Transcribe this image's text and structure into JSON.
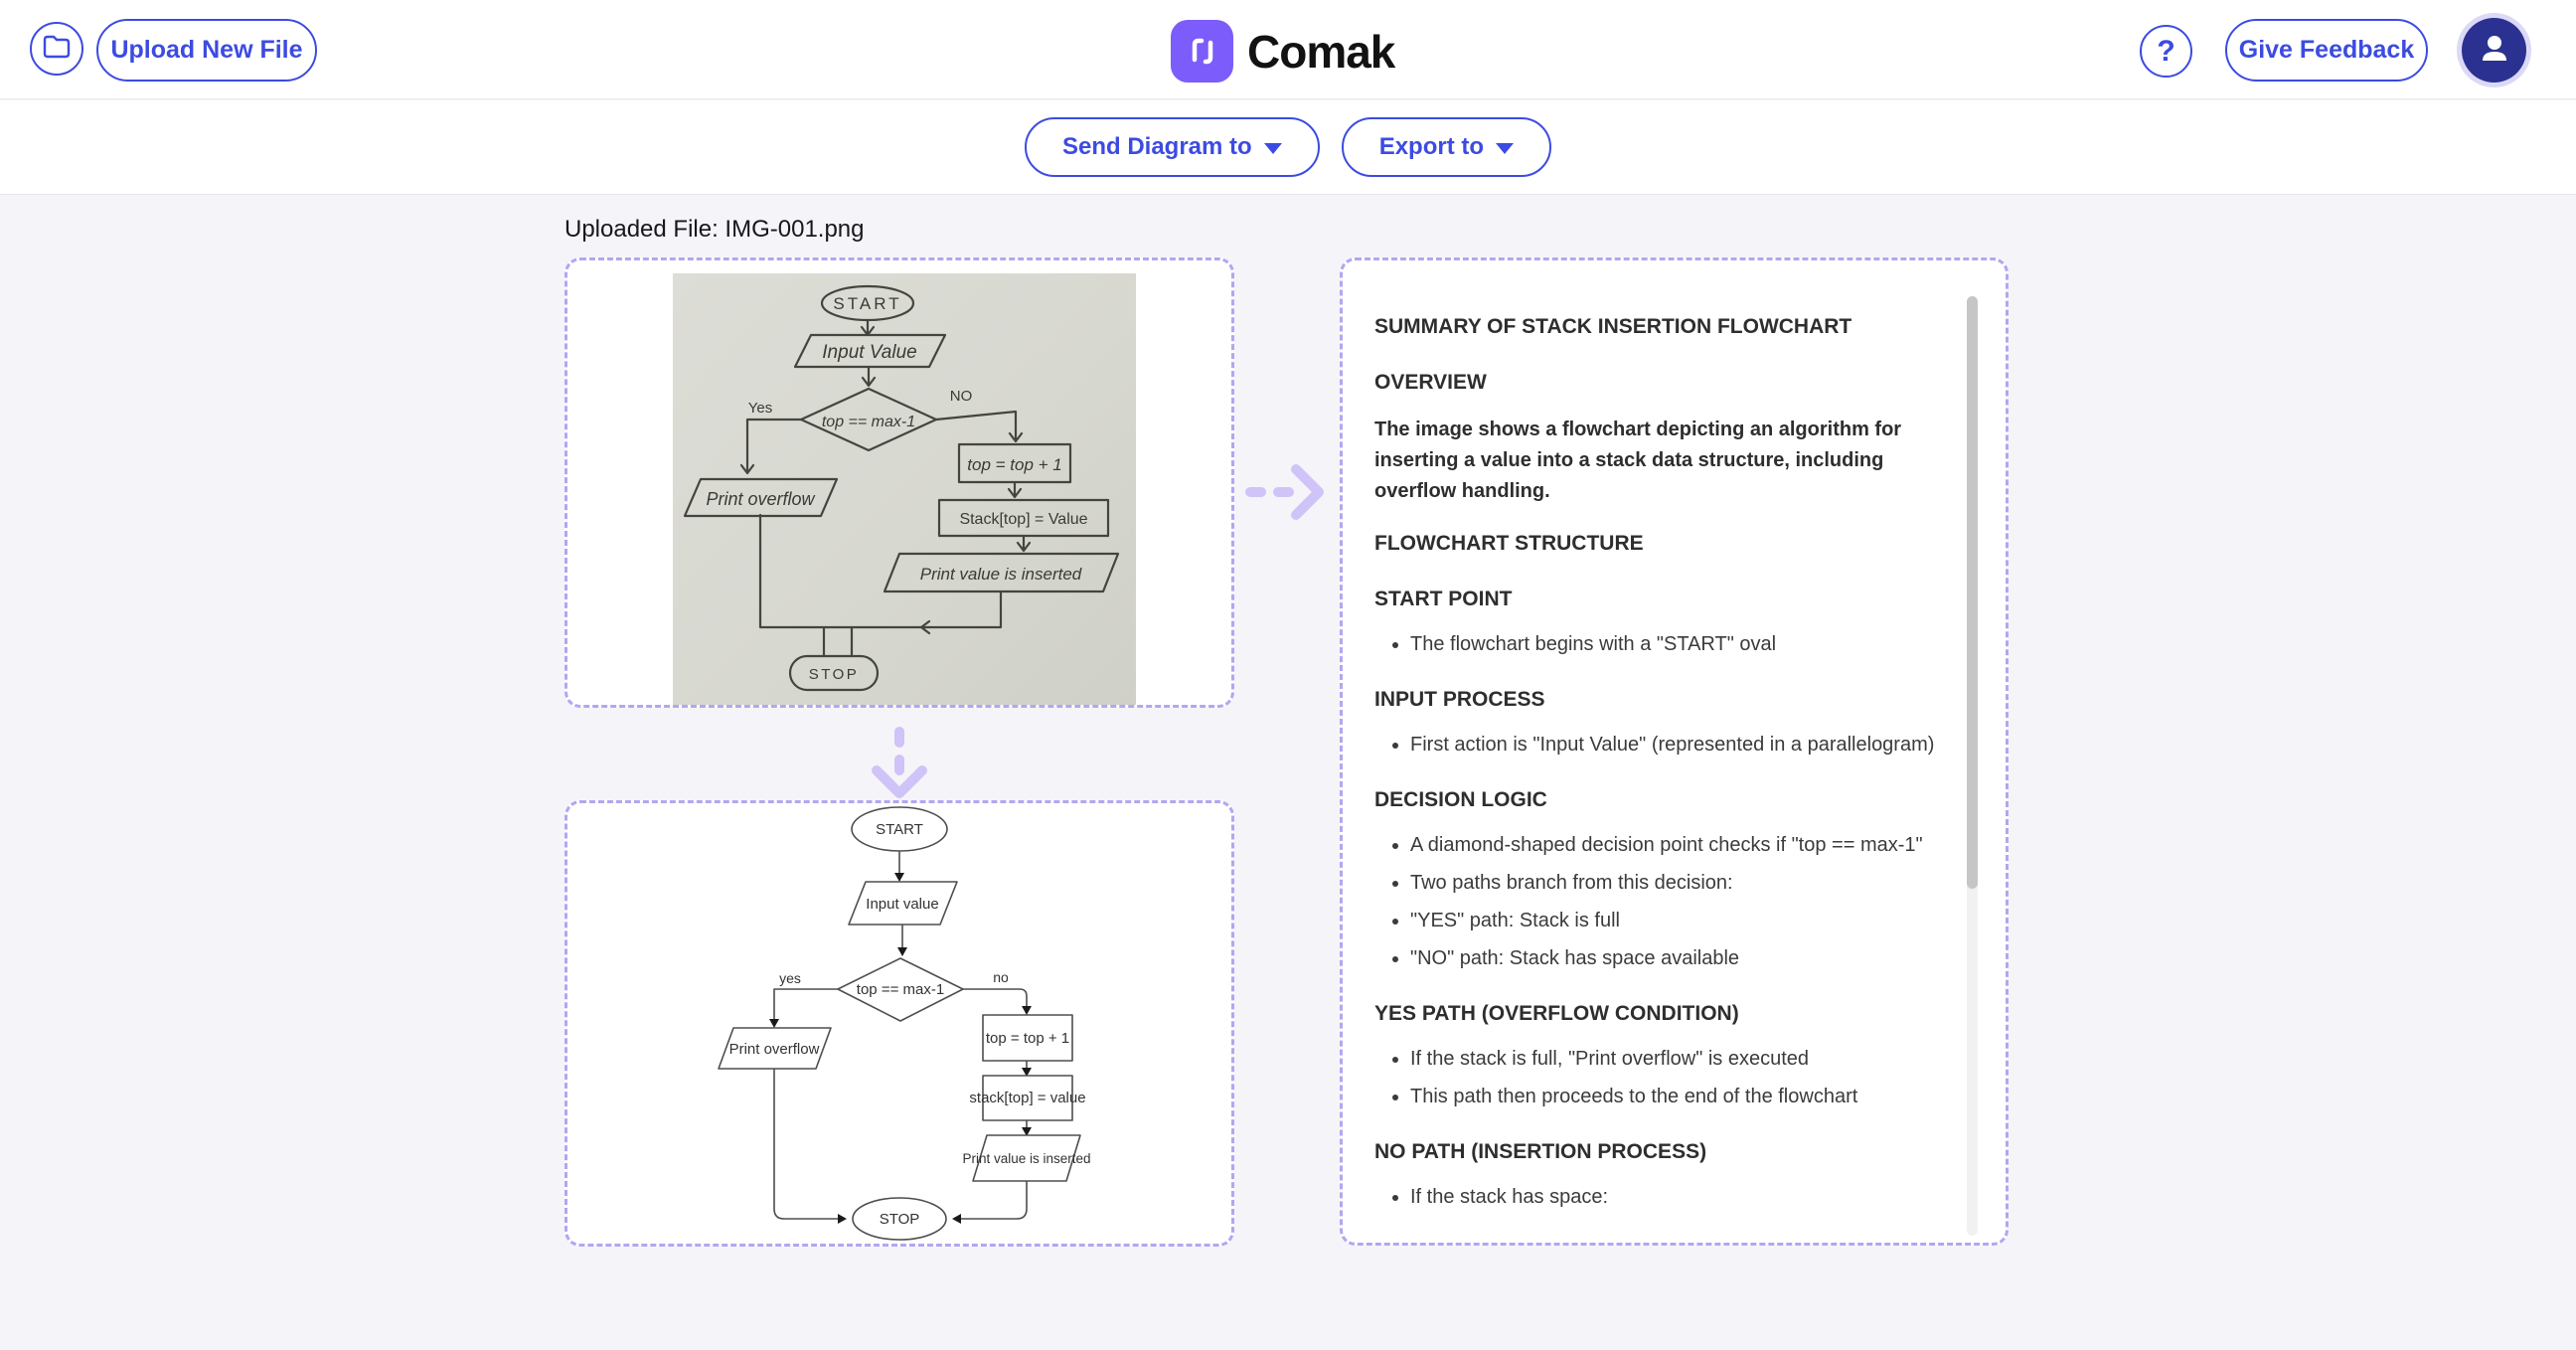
{
  "header": {
    "upload_button": "Upload New File",
    "brand": "Comak",
    "feedback_button": "Give Feedback",
    "help_label": "?"
  },
  "toolbar": {
    "send_diagram_label": "Send Diagram to",
    "export_label": "Export to"
  },
  "main": {
    "uploaded_file_label": "Uploaded File: IMG-001.png"
  },
  "sketch_flowchart": {
    "start": "START",
    "input": "Input Value",
    "decision": "top == max-1",
    "yes": "Yes",
    "no": "NO",
    "overflow": "Print overflow",
    "increment": "top = top + 1",
    "assign": "Stack[top] = Value",
    "inserted": "Print value is inserted",
    "stop": "STOP"
  },
  "rendered_flowchart": {
    "start": "START",
    "input": "Input value",
    "decision": "top == max-1",
    "yes": "yes",
    "no": "no",
    "overflow": "Print overflow",
    "increment": "top = top + 1",
    "assign": "stack[top] = value",
    "inserted": "Print value is inserted",
    "stop": "STOP"
  },
  "summary_panel": {
    "sections": [
      {
        "type": "h1",
        "text": "SUMMARY OF STACK INSERTION FLOWCHART"
      },
      {
        "type": "h2",
        "text": "OVERVIEW"
      },
      {
        "type": "p",
        "text": "The image shows a flowchart depicting an algorithm for inserting a value into a stack data structure, including overflow handling."
      },
      {
        "type": "h2",
        "text": "FLOWCHART STRUCTURE"
      },
      {
        "type": "h2",
        "text": "START POINT"
      },
      {
        "type": "bullets",
        "items": [
          "The flowchart begins with a \"START\" oval"
        ]
      },
      {
        "type": "h2",
        "text": "INPUT PROCESS"
      },
      {
        "type": "bullets",
        "items": [
          "First action is \"Input Value\" (represented in a parallelogram)"
        ]
      },
      {
        "type": "h2",
        "text": "DECISION LOGIC"
      },
      {
        "type": "bullets",
        "items": [
          "A diamond-shaped decision point checks if \"top == max-1\"",
          "Two paths branch from this decision:",
          "\"YES\" path: Stack is full",
          "\"NO\" path: Stack has space available"
        ]
      },
      {
        "type": "h2",
        "text": "YES PATH (OVERFLOW CONDITION)"
      },
      {
        "type": "bullets",
        "items": [
          "If the stack is full, \"Print overflow\" is executed",
          "This path then proceeds to the end of the flowchart"
        ]
      },
      {
        "type": "h2",
        "text": "NO PATH (INSERTION PROCESS)"
      },
      {
        "type": "bullets",
        "items": [
          "If the stack has space:"
        ]
      }
    ]
  },
  "colors": {
    "accent_blue": "#3c4be1",
    "brand_purple": "#7c5cfa",
    "avatar_navy": "#2b3191",
    "dashed_border_purple": "#b5a5f1",
    "arrow_purple": "#cfc3f8",
    "page_background": "#f5f4f9",
    "paper_gray": "#d8d9d1"
  }
}
